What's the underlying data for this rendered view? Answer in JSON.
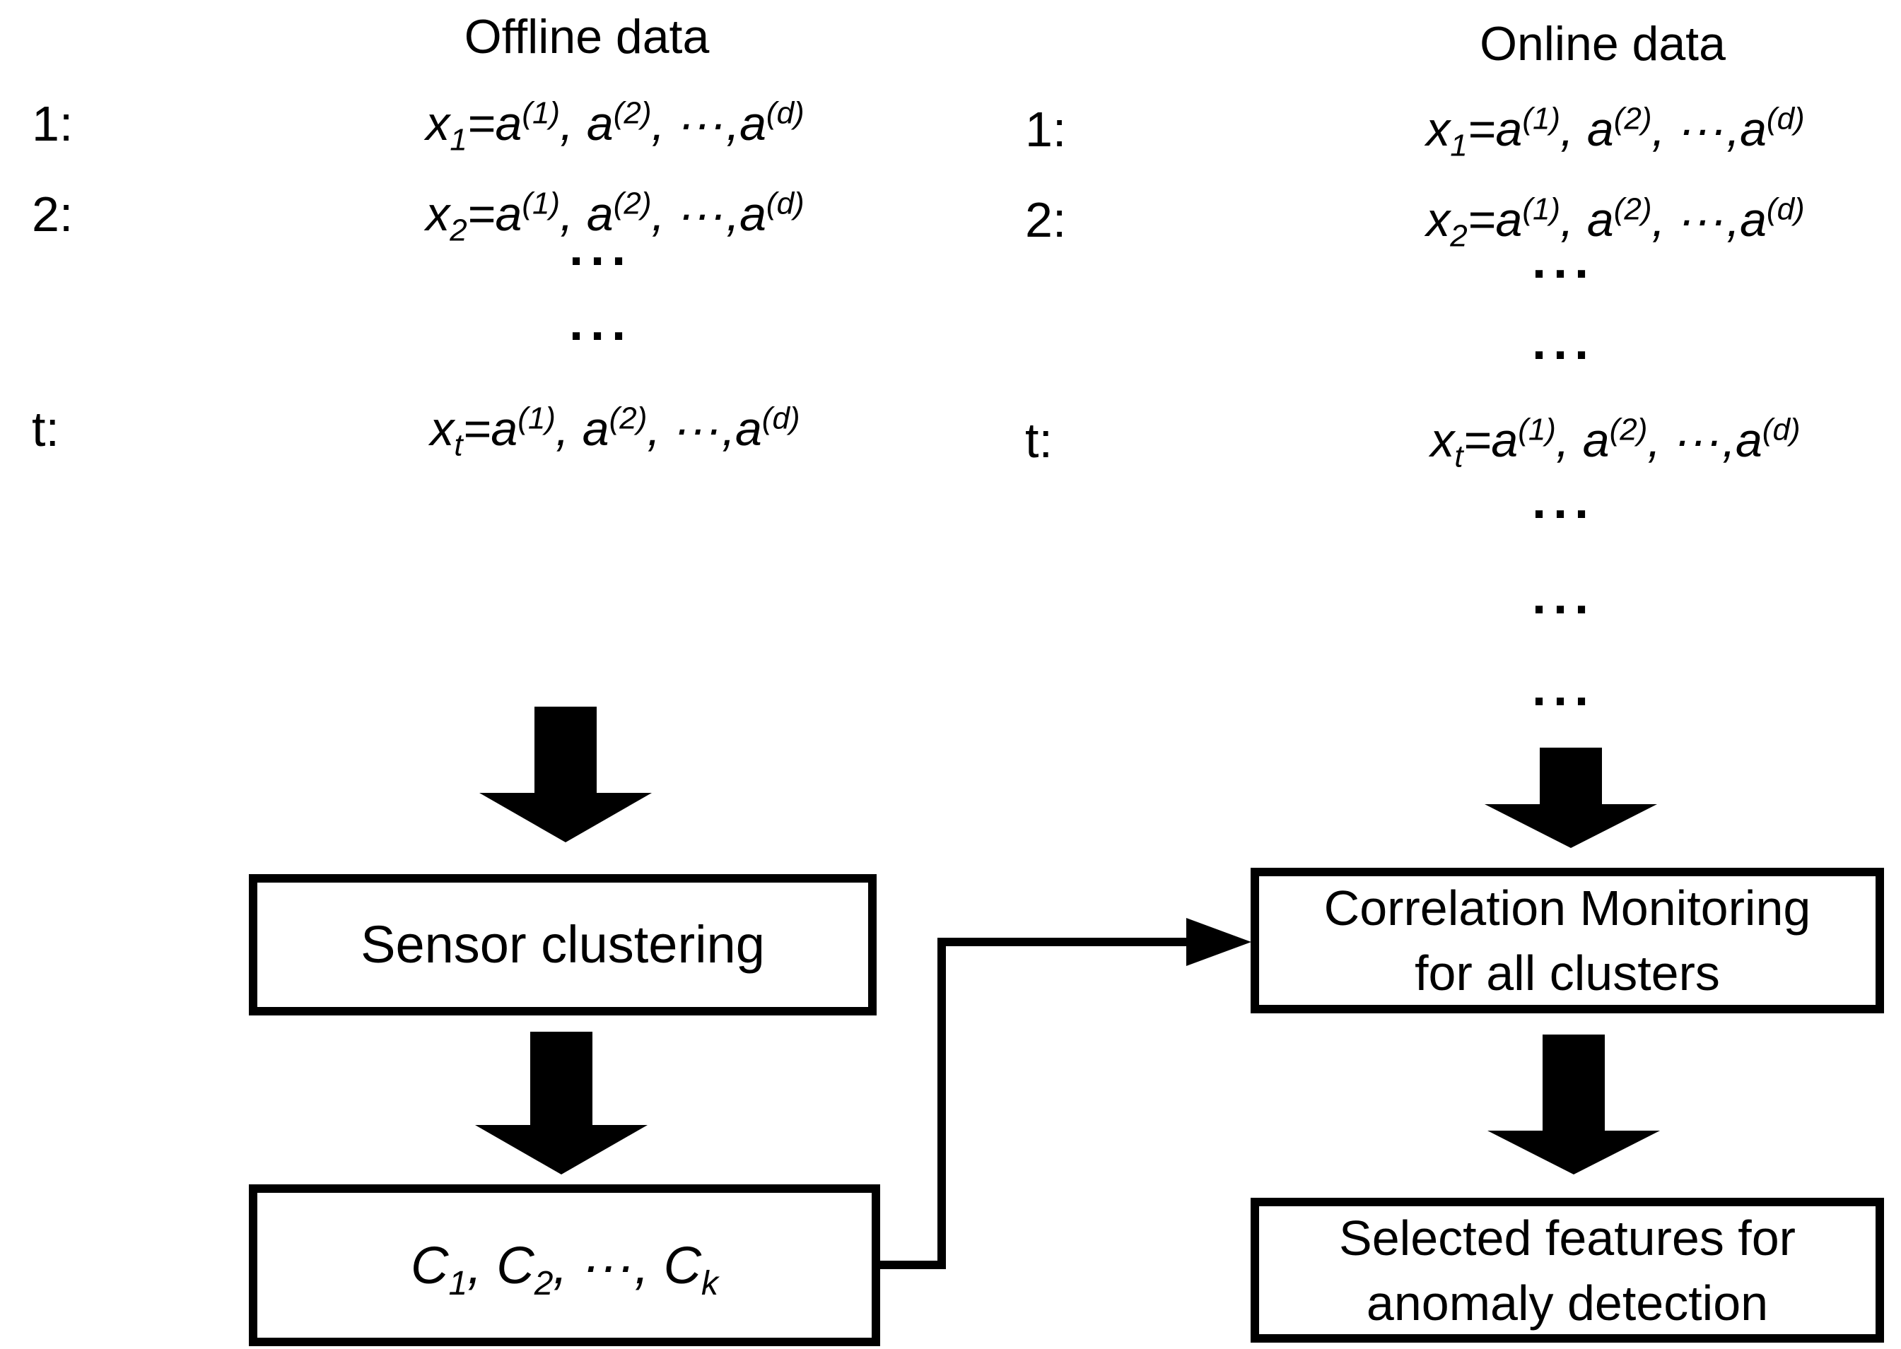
{
  "palette": {
    "background": "#ffffff",
    "ink": "#000000"
  },
  "offline": {
    "title": "Offline data",
    "rows": [
      {
        "label": "1:",
        "sub": "1"
      },
      {
        "label": "2:",
        "sub": "2"
      },
      {
        "label": "t:",
        "sub": "t"
      }
    ]
  },
  "online": {
    "title": "Online data",
    "rows": [
      {
        "label": "1:",
        "sub": "1"
      },
      {
        "label": "2:",
        "sub": "2"
      },
      {
        "label": "t:",
        "sub": "t"
      }
    ]
  },
  "formula": {
    "x": "x",
    "eq_a": "=a",
    "sup1": "(1)",
    "mid_a": ", a",
    "sup2": "(2)",
    "dots_a": ", ···,a",
    "supd": "(d)"
  },
  "ellipsis": "···",
  "boxes": {
    "sensor_clustering": "Sensor clustering",
    "correlation_line1": "Correlation Monitoring",
    "correlation_line2": "for all clusters",
    "selected_line1": "Selected features for",
    "selected_line2": "anomaly detection"
  },
  "clusters": {
    "c1": "C",
    "s1": "1",
    "c2": ", C",
    "s2": "2",
    "c3": ", ···, C",
    "s3": "k"
  }
}
